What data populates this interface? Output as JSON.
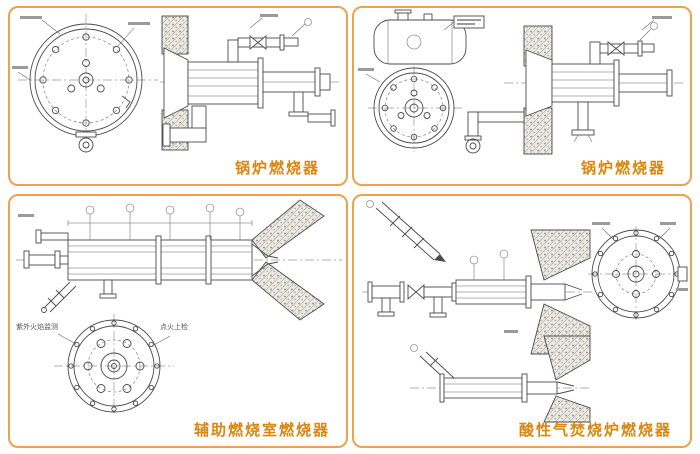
{
  "style": {
    "panel_border_color": "#ECA24F",
    "caption_color": "#DC860D",
    "drawing_line_color": "#4a4a4a",
    "page_background": "#ffffff"
  },
  "panels": [
    {
      "caption": "锅炉燃烧器"
    },
    {
      "caption": "锅炉燃烧器"
    },
    {
      "caption": "辅助燃烧室燃烧器",
      "annotations": [
        "紫外火焰监测",
        "点火上检"
      ]
    },
    {
      "caption": "酸性气焚烧炉燃烧器"
    }
  ]
}
